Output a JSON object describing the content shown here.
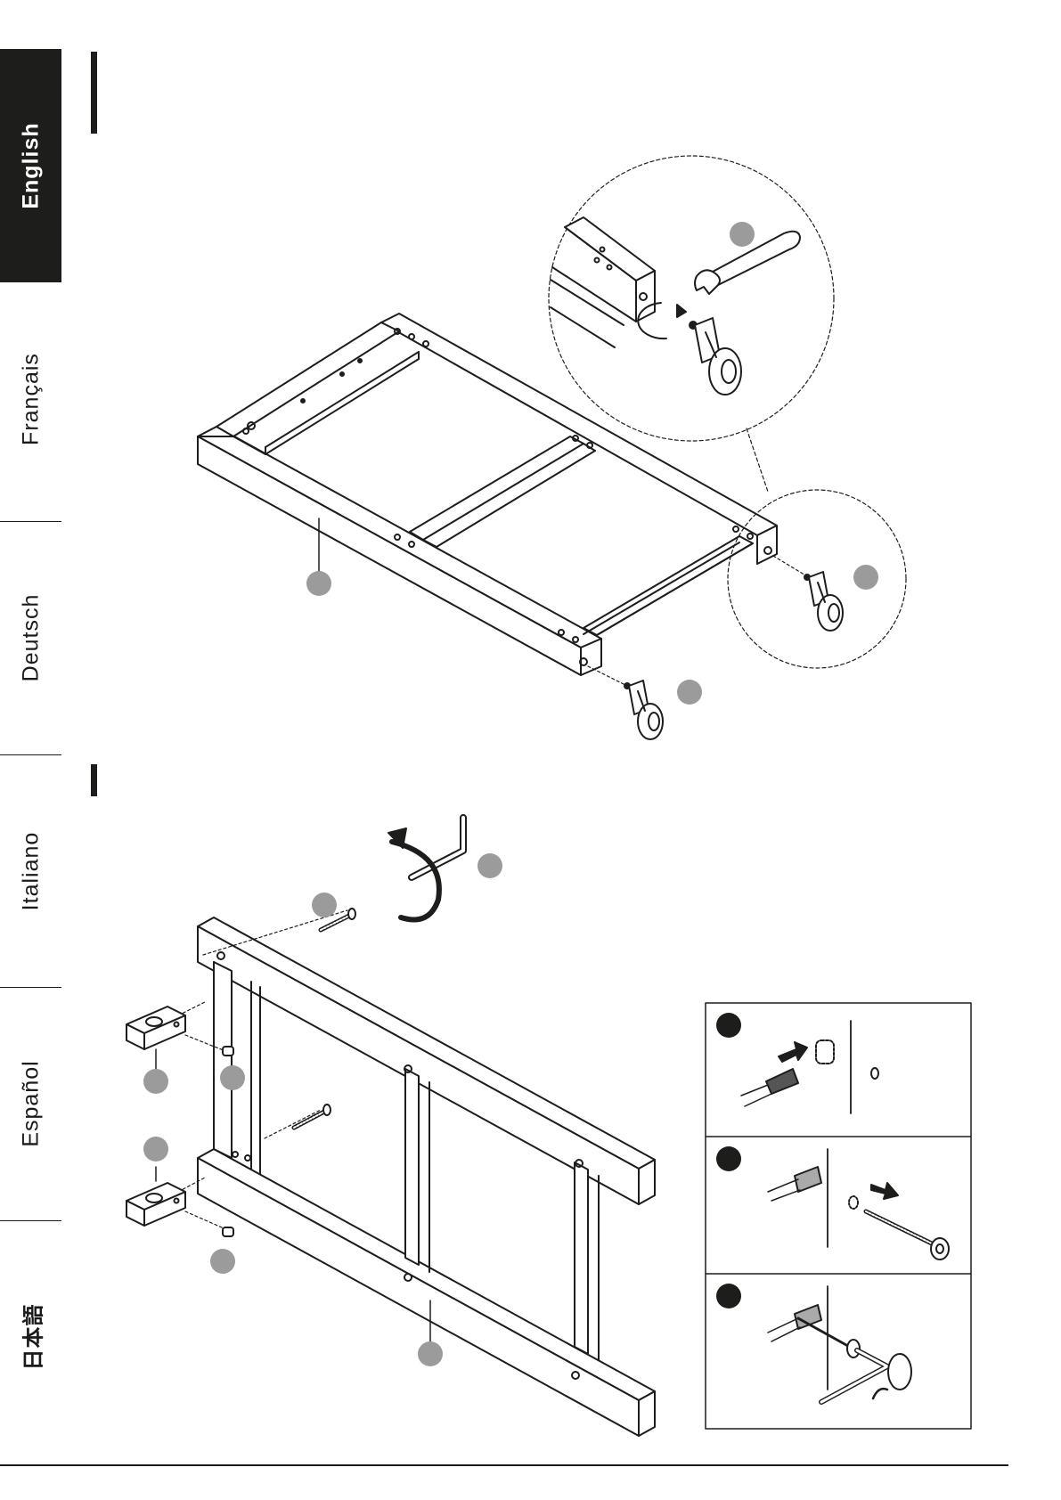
{
  "languages": [
    {
      "label": "English",
      "active": true
    },
    {
      "label": "Français",
      "active": false
    },
    {
      "label": "Deutsch",
      "active": false
    },
    {
      "label": "Italiano",
      "active": false
    },
    {
      "label": "Español",
      "active": false
    },
    {
      "label": "日本語",
      "active": false
    }
  ],
  "colors": {
    "line": "#1d1d1b",
    "part_marker": "#9b9b9b",
    "detail_marker": "#1d1d1b",
    "active_tab_bg": "#1d1d1b"
  }
}
